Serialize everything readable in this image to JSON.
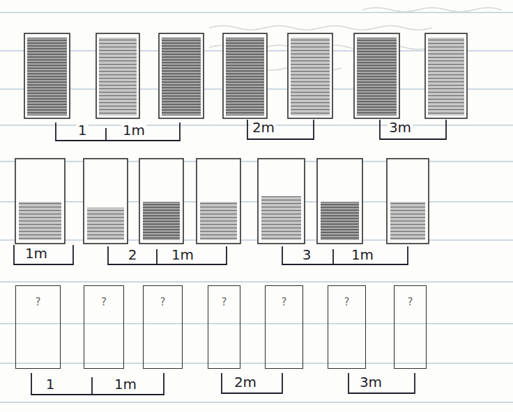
{
  "diagram": {
    "nodes": [
      {
        "text": [
          "?"
        ]
      },
      {
        "text": [
          "?"
        ]
      },
      {
        "text": [
          "?"
        ]
      },
      {
        "text": [
          "?"
        ]
      },
      {
        "text": [
          "?"
        ]
      },
      {
        "text": [
          "?"
        ]
      },
      {
        "text": [
          "?"
        ]
      }
    ],
    "labels": [
      "1",
      "1m",
      "2m",
      "3m",
      "1m",
      "2",
      "1m",
      "3",
      "1m",
      "1",
      "1m",
      "2m",
      "3m"
    ]
  }
}
